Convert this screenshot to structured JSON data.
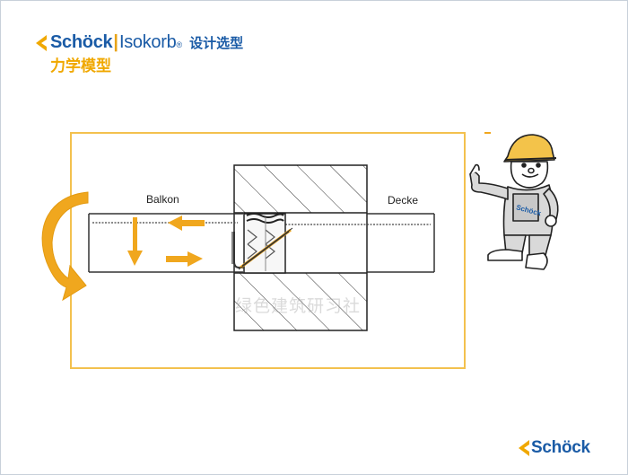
{
  "header": {
    "brand_schoeck": "Schöck",
    "brand_isokorb": "Isokorb",
    "brand_reg": "®",
    "brand_cn": "设计选型",
    "subtitle": "力学模型"
  },
  "diagram": {
    "label_left": "Balkon",
    "label_right": "Decke"
  },
  "watermark": "绿色建筑研习社",
  "footer": {
    "logo_text": "Schöck"
  },
  "colors": {
    "brand_blue": "#1a5ba6",
    "accent_yellow": "#f0a800",
    "arrow_orange": "#f0a71e",
    "frame_yellow": "#f3c14e"
  }
}
